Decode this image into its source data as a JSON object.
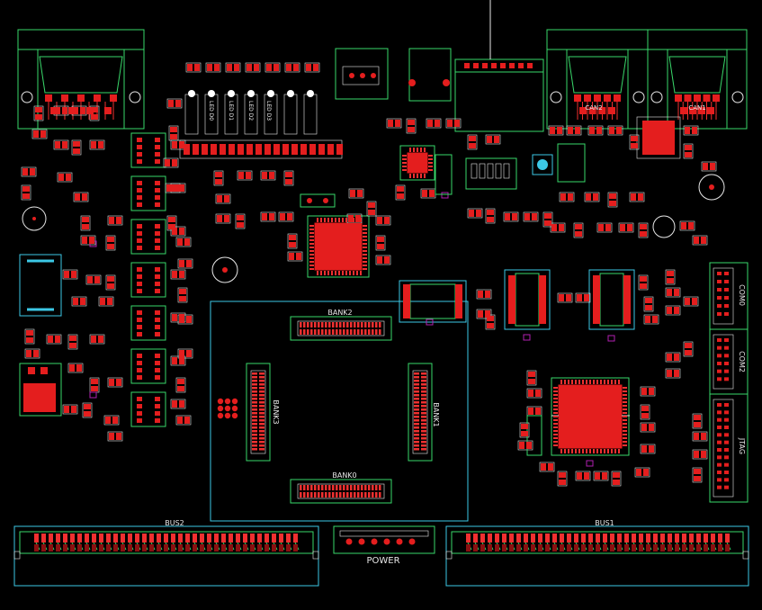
{
  "colors": {
    "background": "#000000",
    "outline": "#39d86a",
    "silk": "#e8e8e8",
    "pad": "#e41e1e",
    "pad_dark": "#8a1010",
    "pin": "#f03030",
    "keepout": "#b020b0",
    "cyan": "#3cc8e6",
    "white_label": "#ffffff"
  },
  "labels": {
    "bank0": "BANK0",
    "bank1": "BANK1",
    "bank2": "BANK2",
    "bank3": "BANK3",
    "bus1": "BUS1",
    "bus2": "BUS2",
    "power": "POWER",
    "com0": "COM0",
    "com2": "COM2",
    "jtag": "JTAG",
    "can1": "CAN1",
    "can2": "CAN2",
    "led1": "LED D0",
    "led2": "LED D1",
    "led3": "LED D2",
    "led4": "LED D3"
  }
}
